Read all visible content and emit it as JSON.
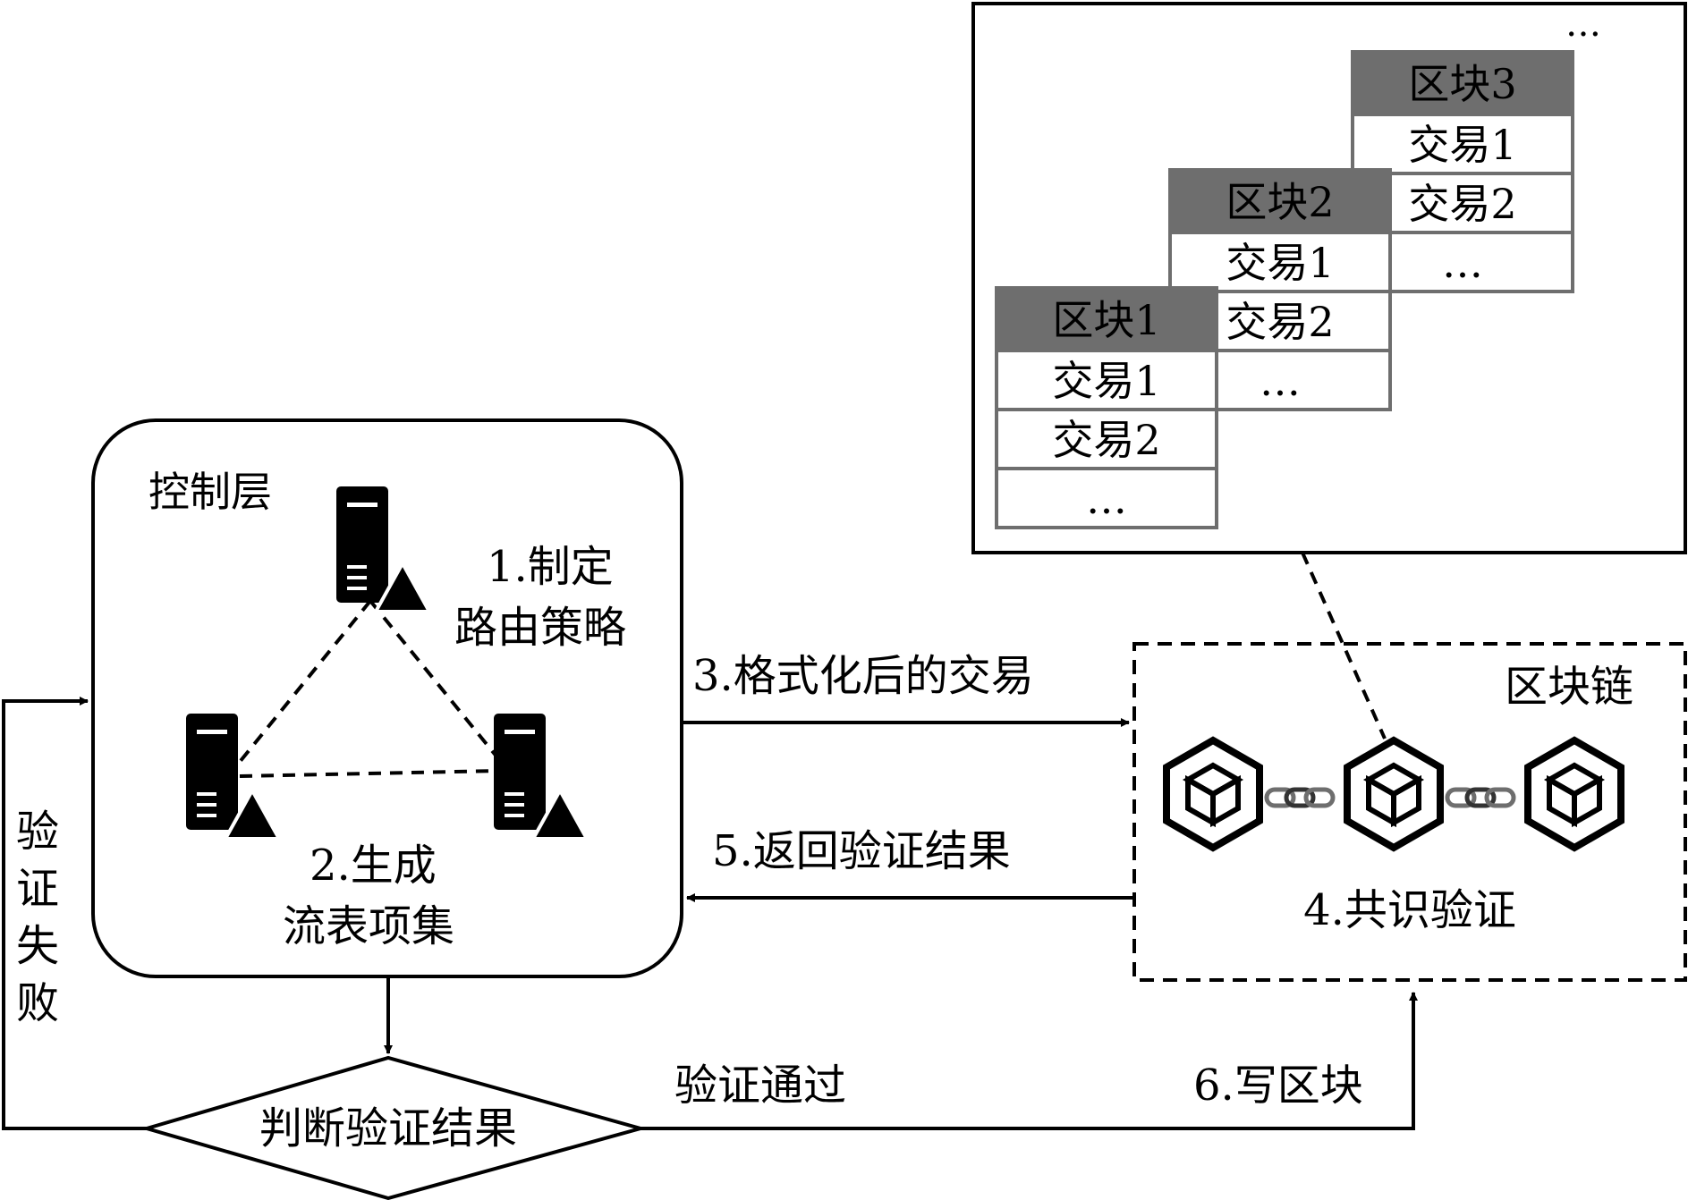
{
  "control_layer": {
    "title": "控制层"
  },
  "steps": {
    "s1_line1": "1.制定",
    "s1_line2": "路由策略",
    "s2_line1": "2.生成",
    "s2_line2": "流表项集",
    "s3": "3.格式化后的交易",
    "s4": "4.共识验证",
    "s5": "5.返回验证结果",
    "s6": "6.写区块"
  },
  "decision": {
    "label": "判断验证结果"
  },
  "pass_label": "验证通过",
  "fail_label": [
    "验",
    "证",
    "失",
    "败"
  ],
  "blockchain": {
    "title": "区块链"
  },
  "ledger": {
    "top_ellipsis": "…",
    "blocks": [
      {
        "header": "区块1",
        "rows": [
          "交易1",
          "交易2",
          "…"
        ]
      },
      {
        "header": "区块2",
        "rows": [
          "交易1",
          "交易2",
          "…"
        ]
      },
      {
        "header": "区块3",
        "rows": [
          "交易1",
          "交易2",
          "…"
        ]
      }
    ]
  },
  "colors": {
    "block_header": "#6e6e6e",
    "line": "#000000",
    "block_row_border": "#6e6e6e"
  },
  "icons": [
    "server-icon",
    "cube-icon",
    "chain-link-icon"
  ]
}
